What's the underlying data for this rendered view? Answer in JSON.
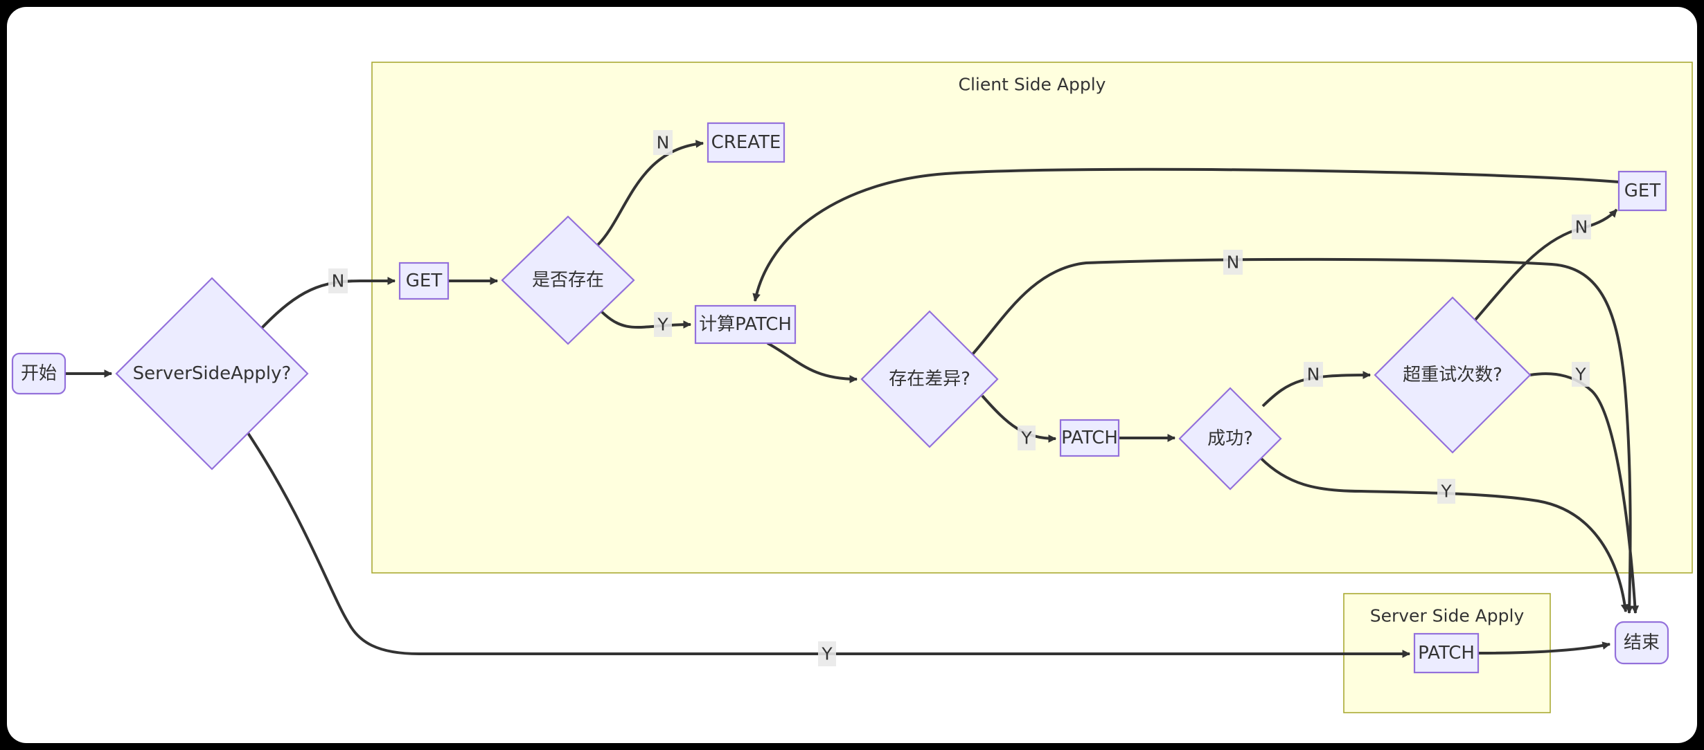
{
  "diagram": {
    "type": "flowchart",
    "clusters": [
      {
        "id": "client",
        "title": "Client Side Apply"
      },
      {
        "id": "server",
        "title": "Server Side Apply"
      }
    ],
    "nodes": [
      {
        "id": "start",
        "shape": "rounded",
        "label": "开始"
      },
      {
        "id": "server-side-apply-decision",
        "shape": "diamond",
        "label": "ServerSideApply?"
      },
      {
        "id": "get",
        "shape": "rect",
        "label": "GET"
      },
      {
        "id": "exists-decision",
        "shape": "diamond",
        "label": "是否存在"
      },
      {
        "id": "create",
        "shape": "rect",
        "label": "CREATE"
      },
      {
        "id": "compute-patch",
        "shape": "rect",
        "label": "计算PATCH"
      },
      {
        "id": "diff-decision",
        "shape": "diamond",
        "label": "存在差异?"
      },
      {
        "id": "patch-client",
        "shape": "rect",
        "label": "PATCH"
      },
      {
        "id": "success-decision",
        "shape": "diamond",
        "label": "成功?"
      },
      {
        "id": "retry-decision",
        "shape": "diamond",
        "label": "超重试次数?"
      },
      {
        "id": "get-retry",
        "shape": "rect",
        "label": "GET"
      },
      {
        "id": "patch-server",
        "shape": "rect",
        "label": "PATCH"
      },
      {
        "id": "end",
        "shape": "rounded",
        "label": "结束"
      }
    ],
    "edges": [
      {
        "from": "start",
        "to": "server-side-apply-decision",
        "label": ""
      },
      {
        "from": "server-side-apply-decision",
        "to": "get",
        "label": "N"
      },
      {
        "from": "get",
        "to": "exists-decision",
        "label": ""
      },
      {
        "from": "exists-decision",
        "to": "create",
        "label": "N"
      },
      {
        "from": "exists-decision",
        "to": "compute-patch",
        "label": "Y"
      },
      {
        "from": "get-retry",
        "to": "compute-patch",
        "label": ""
      },
      {
        "from": "compute-patch",
        "to": "diff-decision",
        "label": ""
      },
      {
        "from": "diff-decision",
        "to": "end",
        "label": "N"
      },
      {
        "from": "diff-decision",
        "to": "patch-client",
        "label": "Y"
      },
      {
        "from": "patch-client",
        "to": "success-decision",
        "label": ""
      },
      {
        "from": "success-decision",
        "to": "retry-decision",
        "label": "N"
      },
      {
        "from": "success-decision",
        "to": "end",
        "label": "Y"
      },
      {
        "from": "retry-decision",
        "to": "get-retry",
        "label": "N"
      },
      {
        "from": "retry-decision",
        "to": "end",
        "label": "Y"
      },
      {
        "from": "server-side-apply-decision",
        "to": "patch-server",
        "label": "Y"
      },
      {
        "from": "patch-server",
        "to": "end",
        "label": ""
      }
    ],
    "colors": {
      "background": "#000000",
      "canvas": "#FFFFFF",
      "node_fill": "#ECECFF",
      "node_border": "#9370DB",
      "cluster_fill": "#FFFFDE",
      "cluster_border": "#AAAA33",
      "edge": "#333333",
      "edge_label_bg": "#E8E8E8",
      "text": "#333333"
    }
  }
}
